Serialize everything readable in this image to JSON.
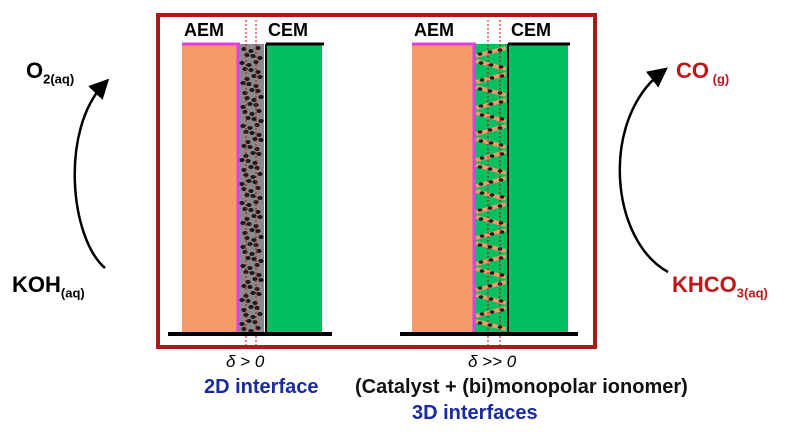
{
  "left_panel": {
    "aem_label": "AEM",
    "cem_label": "CEM",
    "delta_label": "δ > 0",
    "caption": "2D interface"
  },
  "right_panel": {
    "aem_label": "AEM",
    "cem_label": "CEM",
    "delta_label": "δ >> 0",
    "caption_line1": "(Catalyst + (bi)monopolar ionomer)",
    "caption_line2": "3D interfaces"
  },
  "anode": {
    "product": "O",
    "product_sub": "2(aq)",
    "reactant": "KOH",
    "reactant_sub": "(aq)"
  },
  "cathode": {
    "product": "CO",
    "product_sub": " (g)",
    "reactant": "KHCO",
    "reactant_sub": "3(aq)"
  },
  "colors": {
    "frame": "#b01818",
    "aem": "#f79a6a",
    "cem": "#00c060",
    "interface_line": "#e040e0",
    "catalyst": "#1a1a1a",
    "caption_blue": "#1a2aa0",
    "cathode_red": "#c01818"
  }
}
